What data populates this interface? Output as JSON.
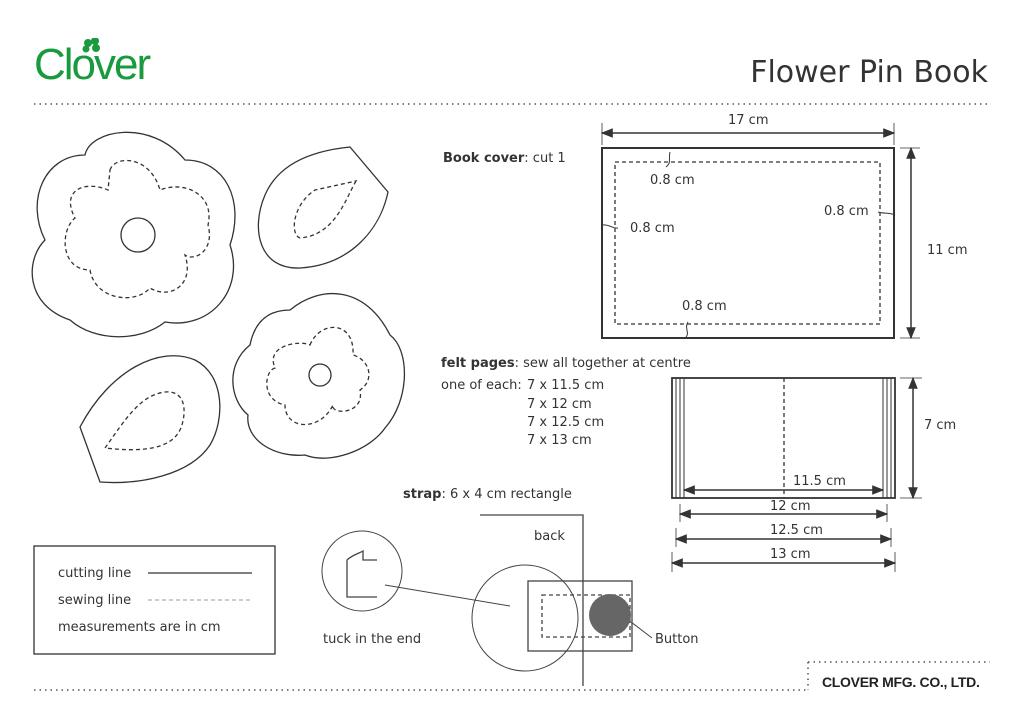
{
  "header": {
    "brand": "Clover",
    "brand_color": "#1a9a3e",
    "title": "Flower Pin Book"
  },
  "book_cover": {
    "label": "Book cover",
    "instruction": ":  cut 1",
    "width": "17 cm",
    "height": "11 cm",
    "margins": [
      "0.8 cm",
      "0.8 cm",
      "0.8 cm",
      "0.8 cm"
    ]
  },
  "felt_pages": {
    "label": "felt pages",
    "instruction": ": sew all together at centre",
    "prefix": "one of each:",
    "sizes": [
      "7 x 11.5 cm",
      "7 x 12 cm",
      "7 x 12.5 cm",
      "7 x 13 cm"
    ],
    "height": "7 cm",
    "widths": [
      "11.5 cm",
      "12 cm",
      "12.5 cm",
      "13 cm"
    ]
  },
  "strap": {
    "label": "strap",
    "instruction": ": 6 x 4 cm rectangle",
    "back_label": "back",
    "tuck_label": "tuck in the end",
    "button_label": "Button"
  },
  "legend": {
    "items": [
      "cutting line",
      "sewing line",
      "measurements are in cm"
    ]
  },
  "footer": {
    "company": "CLOVER MFG. CO., LTD."
  }
}
